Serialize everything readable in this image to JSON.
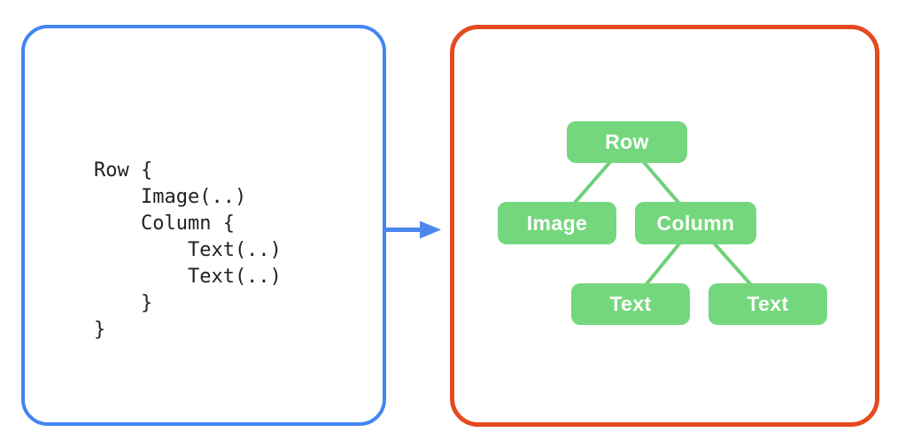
{
  "code_panel": {
    "code": "Row {\n    Image(..)\n    Column {\n        Text(..)\n        Text(..)\n    }\n}"
  },
  "tree_panel": {
    "nodes": [
      {
        "label": "Row"
      },
      {
        "label": "Image"
      },
      {
        "label": "Column"
      },
      {
        "label": "Text"
      },
      {
        "label": "Text"
      }
    ],
    "edges": [
      [
        0,
        1
      ],
      [
        0,
        2
      ],
      [
        2,
        3
      ],
      [
        2,
        4
      ]
    ]
  },
  "colors": {
    "code_box_border": "#4285F4",
    "tree_box_border": "#E5491E",
    "arrow": "#4C86EC",
    "node_fill": "#74D77D",
    "edge_line": "#6FD078",
    "node_text": "#FFFFFF",
    "code_text": "#202124"
  }
}
